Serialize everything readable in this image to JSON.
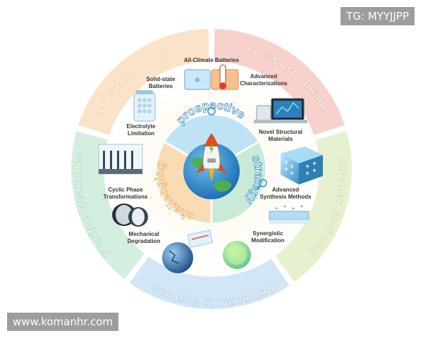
{
  "watermarks": {
    "tg": "TG: MYYJJPP",
    "url": "www.komanhr.com"
  },
  "outer_ring": {
    "segments": [
      {
        "label": "Aerospace Power",
        "color": "#fbe3c9"
      },
      {
        "label": "Low-Cost Storage",
        "color": "#f7d2cc"
      },
      {
        "label": "Circular Economy",
        "color": "#e6f2cf"
      },
      {
        "label": "Autonomous Systems",
        "color": "#d3e6f6"
      },
      {
        "label": "Flexible Wearables",
        "color": "#d3efdf"
      }
    ]
  },
  "center": {
    "sectors": [
      {
        "label": "prospective",
        "color": "#bfe3f5"
      },
      {
        "label": "strategy",
        "color": "#c8ead7"
      },
      {
        "label": "challenging",
        "color": "#f9dcb4"
      }
    ]
  },
  "topics": [
    {
      "label": "All-Climate Batteries"
    },
    {
      "label": "Solid-state Batteries"
    },
    {
      "label": "Advanced Characterizations"
    },
    {
      "label": "Electrolyte Limitation"
    },
    {
      "label": "Novel Structural Materials"
    },
    {
      "label": "Cyclic Phase Transformations"
    },
    {
      "label": "Advanced Synthesis Methods"
    },
    {
      "label": "Mechanical Degradation"
    },
    {
      "label": "Synergistic Modification"
    }
  ]
}
